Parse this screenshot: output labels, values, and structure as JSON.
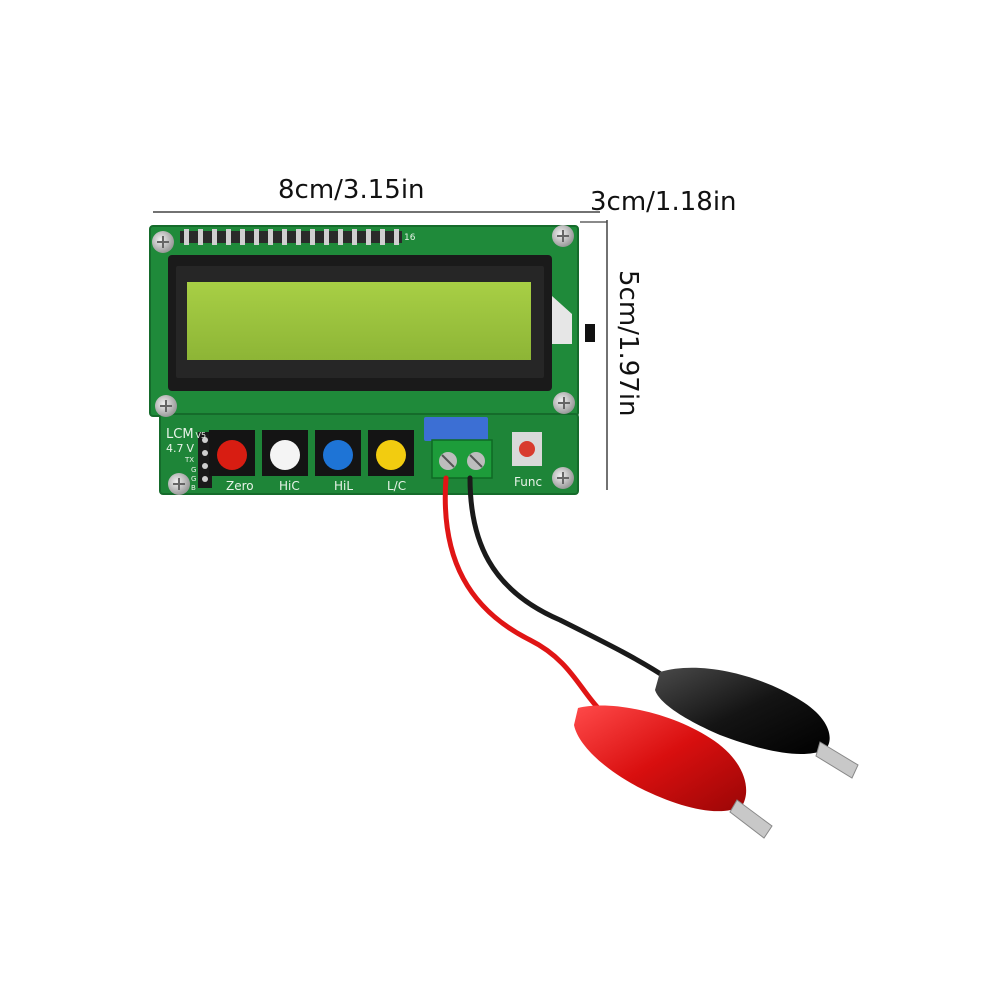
{
  "dimensions": {
    "width_label": "8cm/3.15in",
    "depth_label": "3cm/1.18in",
    "height_label": "5cm/1.97in"
  },
  "board": {
    "header_pin_number": "16",
    "model_text": "LCM",
    "model_suffix": "V5",
    "voltage_text": "4.7",
    "voltage_unit": "V",
    "small_marks": [
      "TX",
      "G",
      "G",
      "B"
    ],
    "buttons": [
      {
        "label": "Zero",
        "color": "#d81d12"
      },
      {
        "label": "HiC",
        "color": "#f4f4f4"
      },
      {
        "label": "HiL",
        "color": "#1e74d6"
      },
      {
        "label": "L/C",
        "color": "#f2cc10"
      }
    ],
    "func_label": "Func",
    "func_button_color": "#d83b2e",
    "pcb_color": "#1f8a3a",
    "lcd_color": "#9bc43c"
  },
  "probes": {
    "red_color": "#e01515",
    "black_color": "#1a1a1a"
  }
}
